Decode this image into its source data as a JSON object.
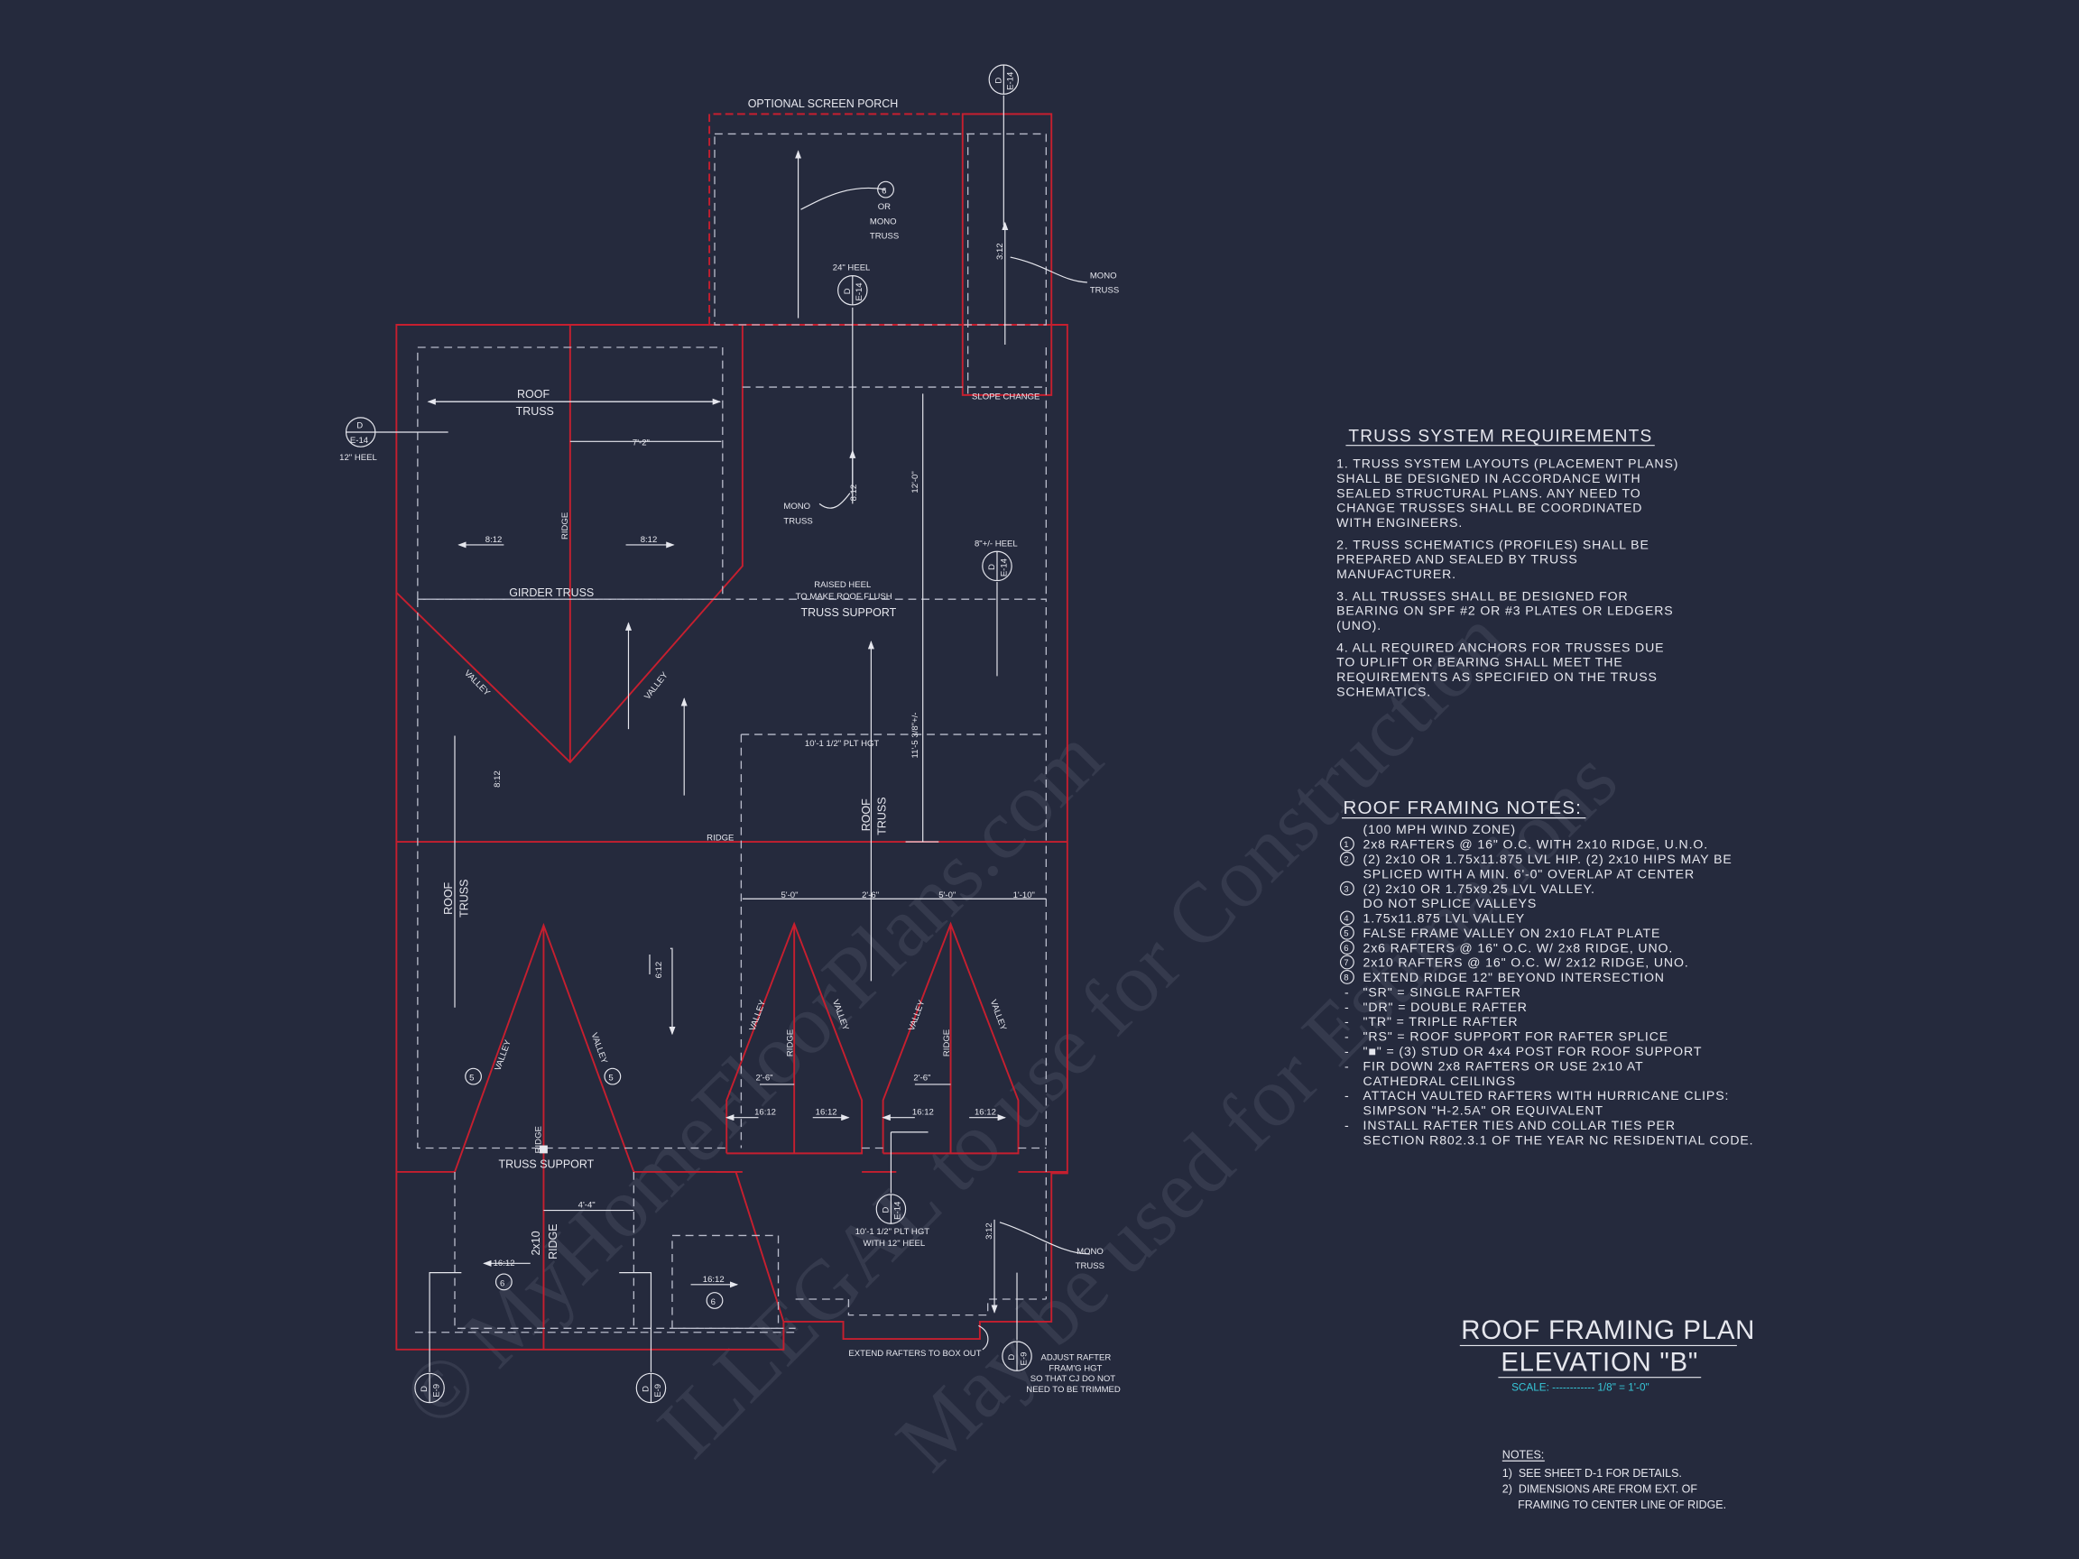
{
  "colors": {
    "background": "#252a3d",
    "framing": "#c61f2f",
    "lines": "#e6e7ee",
    "scale": "#36c7d8"
  },
  "plan": {
    "porch_title": "OPTIONAL SCREEN PORCH",
    "or": "OR",
    "mono": "MONO",
    "truss": "TRUSS",
    "roof": "ROOF",
    "heel_24": "24\" HEEL",
    "heel_12": "12\" HEEL",
    "heel_8": "8\"+/- HEEL",
    "pitch_3_12": "3:12",
    "pitch_8_12": "8:12",
    "pitch_6_12": "6:12",
    "pitch_16_12": "16:12",
    "slope_change": "SLOPE CHANGE",
    "dim_7_2": "7'-2\"",
    "dim_12_0": "12'-0\"",
    "dim_11_5": "11'-5 3/8\"+/-",
    "dim_5_0": "5'-0\"",
    "dim_2_6": "2'-6\"",
    "dim_1_10": "1'-10\"",
    "dim_4_4": "4'-4\"",
    "ridge": "RIDGE",
    "valley": "VALLEY",
    "girder_truss": "GIRDER TRUSS",
    "raised_heel_1": "RAISED HEEL",
    "raised_heel_2": "TO MAKE ROOF FLUSH",
    "truss_support": "TRUSS SUPPORT",
    "plt_hgt": "10'-1 1/2\" PLT HGT",
    "with_heel": "WITH 12\" HEEL",
    "ridge_2x10": "2x10",
    "extend_rafters": "EXTEND RAFTERS TO BOX OUT",
    "adjust_1": "ADJUST RAFTER",
    "adjust_2": "FRAM'G HGT",
    "adjust_3": "SO THAT CJ DO NOT",
    "adjust_4": "NEED TO BE TRIMMED",
    "callout_5": "5",
    "callout_6": "6"
  },
  "section_markers": {
    "detail": "D",
    "sheet_e14": "E-14",
    "sheet_e9": "E-9"
  },
  "truss_requirements": {
    "title": "TRUSS SYSTEM REQUIREMENTS",
    "lines": [
      "1. TRUSS SYSTEM LAYOUTS (PLACEMENT PLANS)",
      "SHALL BE DESIGNED IN ACCORDANCE WITH",
      "SEALED STRUCTURAL PLANS. ANY NEED TO",
      "CHANGE TRUSSES SHALL BE COORDINATED",
      "WITH  ENGINEERS.",
      "2. TRUSS SCHEMATICS (PROFILES) SHALL BE",
      "PREPARED AND SEALED BY TRUSS",
      "MANUFACTURER.",
      "3. ALL TRUSSES SHALL BE DESIGNED FOR",
      "BEARING ON SPF #2 OR #3 PLATES OR LEDGERS",
      "(UNO).",
      "4. ALL REQUIRED ANCHORS FOR TRUSSES DUE",
      "TO UPLIFT OR BEARING SHALL MEET THE",
      "REQUIREMENTS AS SPECIFIED ON THE TRUSS",
      "SCHEMATICS."
    ]
  },
  "roof_framing_notes": {
    "title": "ROOF FRAMING NOTES:",
    "lines": [
      {
        "m": "",
        "t": " (100 MPH WIND ZONE)"
      },
      {
        "m": "1",
        "t": "2x8 RAFTERS @ 16\" O.C. WITH 2x10 RIDGE, U.N.O."
      },
      {
        "m": "2",
        "t": "(2) 2x10 OR 1.75x11.875 LVL HIP. (2) 2x10 HIPS MAY BE"
      },
      {
        "m": "",
        "t": "SPLICED WITH A MIN. 6'-0\" OVERLAP AT CENTER"
      },
      {
        "m": "3",
        "t": "(2) 2x10 OR 1.75x9.25 LVL VALLEY."
      },
      {
        "m": "",
        "t": "DO NOT SPLICE VALLEYS"
      },
      {
        "m": "4",
        "t": "1.75x11.875 LVL VALLEY"
      },
      {
        "m": "5",
        "t": "FALSE FRAME VALLEY ON 2x10 FLAT PLATE"
      },
      {
        "m": "6",
        "t": "2x6 RAFTERS @ 16\" O.C. W/ 2x8 RIDGE, UNO."
      },
      {
        "m": "7",
        "t": "2x10 RAFTERS @ 16\" O.C. W/ 2x12 RIDGE, UNO."
      },
      {
        "m": "8",
        "t": "EXTEND RIDGE 12\" BEYOND INTERSECTION"
      },
      {
        "m": "-",
        "t": "\"SR\" = SINGLE RAFTER"
      },
      {
        "m": "-",
        "t": "\"DR\" = DOUBLE RAFTER"
      },
      {
        "m": "-",
        "t": "\"TR\" = TRIPLE RAFTER"
      },
      {
        "m": "-",
        "t": "\"RS\" = ROOF SUPPORT FOR RAFTER SPLICE"
      },
      {
        "m": "-",
        "t": "\"■\"  = (3) STUD OR 4x4 POST FOR ROOF SUPPORT"
      },
      {
        "m": "-",
        "t": "FIR DOWN 2x8 RAFTERS OR USE 2x10 AT"
      },
      {
        "m": "",
        "t": "CATHEDRAL CEILINGS"
      },
      {
        "m": "-",
        "t": "ATTACH VAULTED RAFTERS WITH HURRICANE CLIPS:"
      },
      {
        "m": "",
        "t": "SIMPSON \"H-2.5A\" OR EQUIVALENT"
      },
      {
        "m": "-",
        "t": "INSTALL RAFTER TIES AND COLLAR TIES PER"
      },
      {
        "m": "",
        "t": "SECTION R802.3.1 OF THE YEAR NC RESIDENTIAL CODE."
      }
    ]
  },
  "title_block": {
    "title": "ROOF FRAMING PLAN",
    "subtitle": "ELEVATION \"B\"",
    "scale": "SCALE: ------------ 1/8\" = 1'-0\""
  },
  "sheet_notes": {
    "title": "NOTES:",
    "lines": [
      "1)  SEE SHEET D-1 FOR DETAILS.",
      "2)  DIMENSIONS ARE FROM EXT. OF",
      "     FRAMING TO CENTER LINE OF RIDGE."
    ]
  },
  "watermark": {
    "line1": "© MyHomeFloorPlans.com",
    "line2": "ILLEGAL to use for Construction",
    "line3": "May be used for Estimations"
  }
}
